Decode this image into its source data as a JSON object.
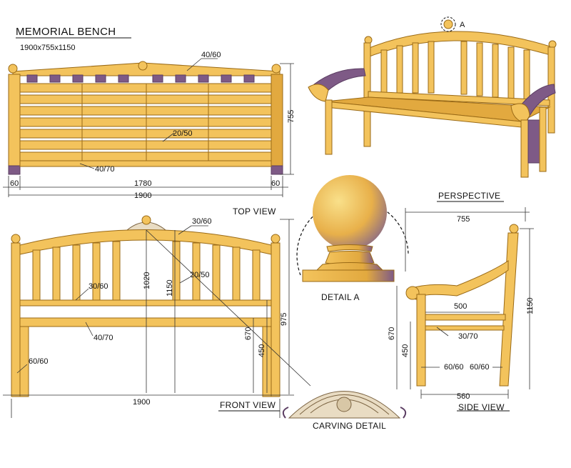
{
  "title": "MEMORIAL BENCH",
  "subtitle": "1900x755x1150",
  "view_labels": {
    "top": "TOP VIEW",
    "front": "FRONT VIEW",
    "side": "SIDE VIEW",
    "perspective": "PERSPECTIVE",
    "detail_a": "DETAIL A",
    "carving": "CARVING DETAIL",
    "marker_a": "A"
  },
  "top_view": {
    "dim_width": "1900",
    "dim_inner": "1780",
    "dim_left_leg": "60",
    "dim_right_leg": "60",
    "dim_depth": "755",
    "slat_top": "40/60",
    "slat_seat": "20/50",
    "rail": "40/70"
  },
  "front_view": {
    "dim_width": "1900",
    "dim_height": "975",
    "dim_back_height": "1150",
    "dim_back_inner": "1020",
    "dim_arm_height": "670",
    "dim_seat_height": "450",
    "top_rail": "30/60",
    "back_slat": "20/50",
    "mid_rail": "30/60",
    "seat_rail": "40/70",
    "leg": "60/60"
  },
  "side_view": {
    "dim_depth": "755",
    "dim_height": "1150",
    "dim_seat_depth": "500",
    "dim_arm_height": "670",
    "dim_seat_height": "450",
    "dim_base": "560",
    "arm_rail": "30/70",
    "front_leg": "60/60",
    "back_leg": "60/60"
  }
}
